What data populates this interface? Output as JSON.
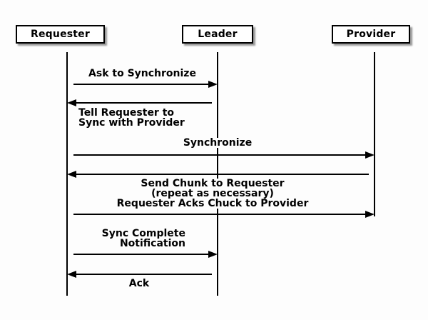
{
  "diagram": {
    "type": "sequence",
    "background_color": "#fdfdfd",
    "line_color": "#000000",
    "box_fill_color": "#ffffff",
    "box_shadow_color": "#999999",
    "participants": [
      {
        "id": "requester",
        "label": "Requester"
      },
      {
        "id": "leader",
        "label": "Leader"
      },
      {
        "id": "provider",
        "label": "Provider"
      }
    ],
    "messages": [
      {
        "from": "Requester",
        "to": "Leader",
        "direction": "right",
        "text": "Ask to Synchronize"
      },
      {
        "from": "Leader",
        "to": "Requester",
        "direction": "left",
        "text": "Tell Requester to\nSync with Provider"
      },
      {
        "from": "Requester",
        "to": "Provider",
        "direction": "right",
        "text": "Synchronize"
      },
      {
        "from": "Provider",
        "to": "Requester",
        "direction": "left",
        "text": "Send Chunk to Requester\n(repeat as necessary)\nRequester Acks Chuck to Provider"
      },
      {
        "from": "Requester",
        "to": "Provider",
        "direction": "right",
        "text": ""
      },
      {
        "from": "Requester",
        "to": "Leader",
        "direction": "right",
        "text": "Sync Complete\nNotification"
      },
      {
        "from": "Leader",
        "to": "Requester",
        "direction": "left",
        "text": "Ack"
      }
    ]
  }
}
